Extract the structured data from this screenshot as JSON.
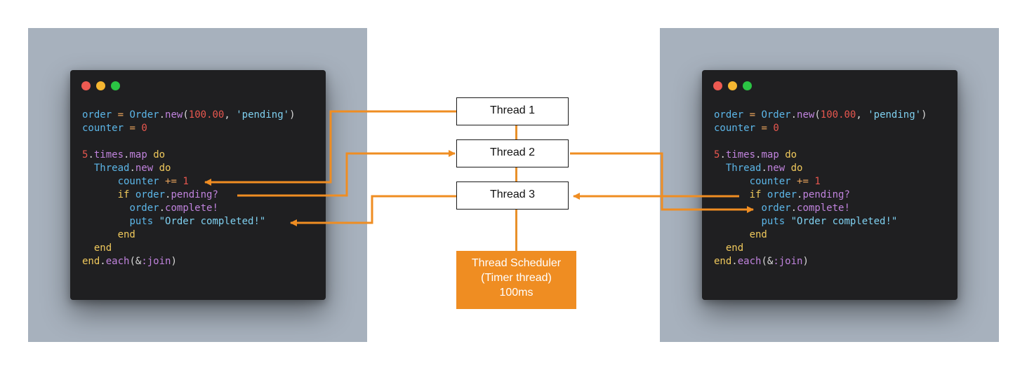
{
  "colors": {
    "accent": "#ef8d22",
    "panel_bg": "#a7b1bd",
    "editor_bg": "#1f1f21",
    "dot_red": "#ee5a52",
    "dot_yellow": "#f5b631",
    "dot_green": "#2bc444"
  },
  "threads": [
    "Thread 1",
    "Thread 2",
    "Thread 3"
  ],
  "scheduler": {
    "line1": "Thread Scheduler",
    "line2": "(Timer thread)",
    "line3": "100ms"
  },
  "code_lines": [
    [
      [
        "tok-var",
        "order"
      ],
      [
        "tok-op",
        " = "
      ],
      [
        "tok-const",
        "Order"
      ],
      [
        "tok-punct",
        "."
      ],
      [
        "tok-meth",
        "new"
      ],
      [
        "tok-punct",
        "("
      ],
      [
        "tok-num",
        "100.00"
      ],
      [
        "tok-punct",
        ", "
      ],
      [
        "tok-str",
        "'pending'"
      ],
      [
        "tok-punct",
        ")"
      ]
    ],
    [
      [
        "tok-var",
        "counter"
      ],
      [
        "tok-op",
        " = "
      ],
      [
        "tok-num",
        "0"
      ]
    ],
    [],
    [
      [
        "tok-num",
        "5"
      ],
      [
        "tok-punct",
        "."
      ],
      [
        "tok-meth",
        "times"
      ],
      [
        "tok-punct",
        "."
      ],
      [
        "tok-meth",
        "map"
      ],
      [
        "tok-kw",
        " do"
      ]
    ],
    [
      [
        "tok-plain",
        "  "
      ],
      [
        "tok-const",
        "Thread"
      ],
      [
        "tok-punct",
        "."
      ],
      [
        "tok-meth",
        "new"
      ],
      [
        "tok-kw",
        " do"
      ]
    ],
    [
      [
        "tok-plain",
        "      "
      ],
      [
        "tok-var",
        "counter"
      ],
      [
        "tok-op",
        " += "
      ],
      [
        "tok-num",
        "1"
      ]
    ],
    [
      [
        "tok-plain",
        "      "
      ],
      [
        "tok-kw",
        "if "
      ],
      [
        "tok-var",
        "order"
      ],
      [
        "tok-punct",
        "."
      ],
      [
        "tok-meth",
        "pending?"
      ]
    ],
    [
      [
        "tok-plain",
        "        "
      ],
      [
        "tok-var",
        "order"
      ],
      [
        "tok-punct",
        "."
      ],
      [
        "tok-meth",
        "complete!"
      ]
    ],
    [
      [
        "tok-plain",
        "        "
      ],
      [
        "tok-var",
        "puts"
      ],
      [
        "tok-plain",
        " "
      ],
      [
        "tok-str",
        "\"Order completed!\""
      ]
    ],
    [
      [
        "tok-plain",
        "      "
      ],
      [
        "tok-kw",
        "end"
      ]
    ],
    [
      [
        "tok-plain",
        "  "
      ],
      [
        "tok-kw",
        "end"
      ]
    ],
    [
      [
        "tok-kw",
        "end"
      ],
      [
        "tok-punct",
        "."
      ],
      [
        "tok-meth",
        "each"
      ],
      [
        "tok-punct",
        "(&"
      ],
      [
        "tok-sym",
        ":join"
      ],
      [
        "tok-punct",
        ")"
      ]
    ]
  ]
}
